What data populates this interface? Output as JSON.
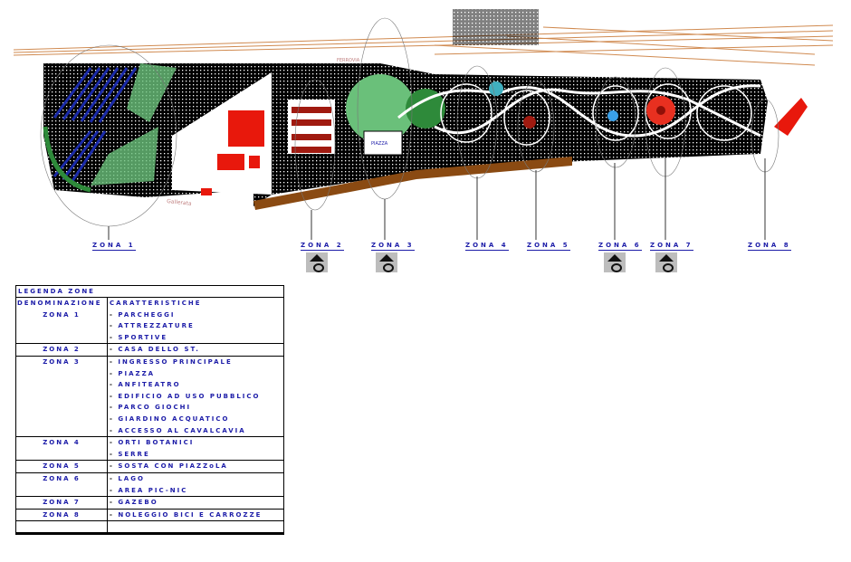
{
  "plan": {
    "labels": {
      "railway": "FERROVIA",
      "square": "PIAZZA",
      "street": "Gallerata"
    },
    "colors": {
      "parking": "#1a2aa8",
      "green": "#2e8a3a",
      "buildings": "#e8180c",
      "ground": "#000000",
      "path": "#ffffff",
      "lake": "#3aa0e8",
      "gazebo": "#c0180c",
      "embankment": "#8a4a12",
      "rail": "#d08a50"
    },
    "zones": [
      {
        "label": "ZONA 1"
      },
      {
        "label": "ZONA 2"
      },
      {
        "label": "ZONA 3"
      },
      {
        "label": "ZONA 4"
      },
      {
        "label": "ZONA 5"
      },
      {
        "label": "ZONA 6"
      },
      {
        "label": "ZONA 7"
      },
      {
        "label": "ZONA 8"
      }
    ]
  },
  "legend": {
    "title": "LEGENDA ZONE",
    "col_zone": "DENOMINAZIONE",
    "col_features": "CARATTERISTICHE",
    "rows": [
      {
        "zone": "ZONA 1",
        "items": [
          "PARCHEGGI",
          "ATTREZZATURE",
          "SPORTIVE"
        ]
      },
      {
        "zone": "ZONA 2",
        "items": [
          "CASA DELLO ST."
        ]
      },
      {
        "zone": "ZONA 3",
        "items": [
          "INGRESSO PRINCIPALE",
          "PIAZZA",
          "ANFITEATRO",
          "EDIFICIO AD USO PUBBLICO",
          "PARCO GIOCHI",
          "GIARDINO ACQUATICO",
          "ACCESSO AL CAVALCAVIA"
        ]
      },
      {
        "zone": "ZONA 4",
        "items": [
          "ORTI BOTANICI",
          "SERRE"
        ]
      },
      {
        "zone": "ZONA 5",
        "items": [
          "SOSTA CON PIAZZoLA"
        ]
      },
      {
        "zone": "ZONA 6",
        "items": [
          "LAGO",
          "AREA PIC-NIC"
        ]
      },
      {
        "zone": "ZONA 7",
        "items": [
          "GAZEBO"
        ]
      },
      {
        "zone": "ZONA 8",
        "items": [
          "NOLEGGIO BICI E CARROZZE"
        ]
      }
    ]
  }
}
